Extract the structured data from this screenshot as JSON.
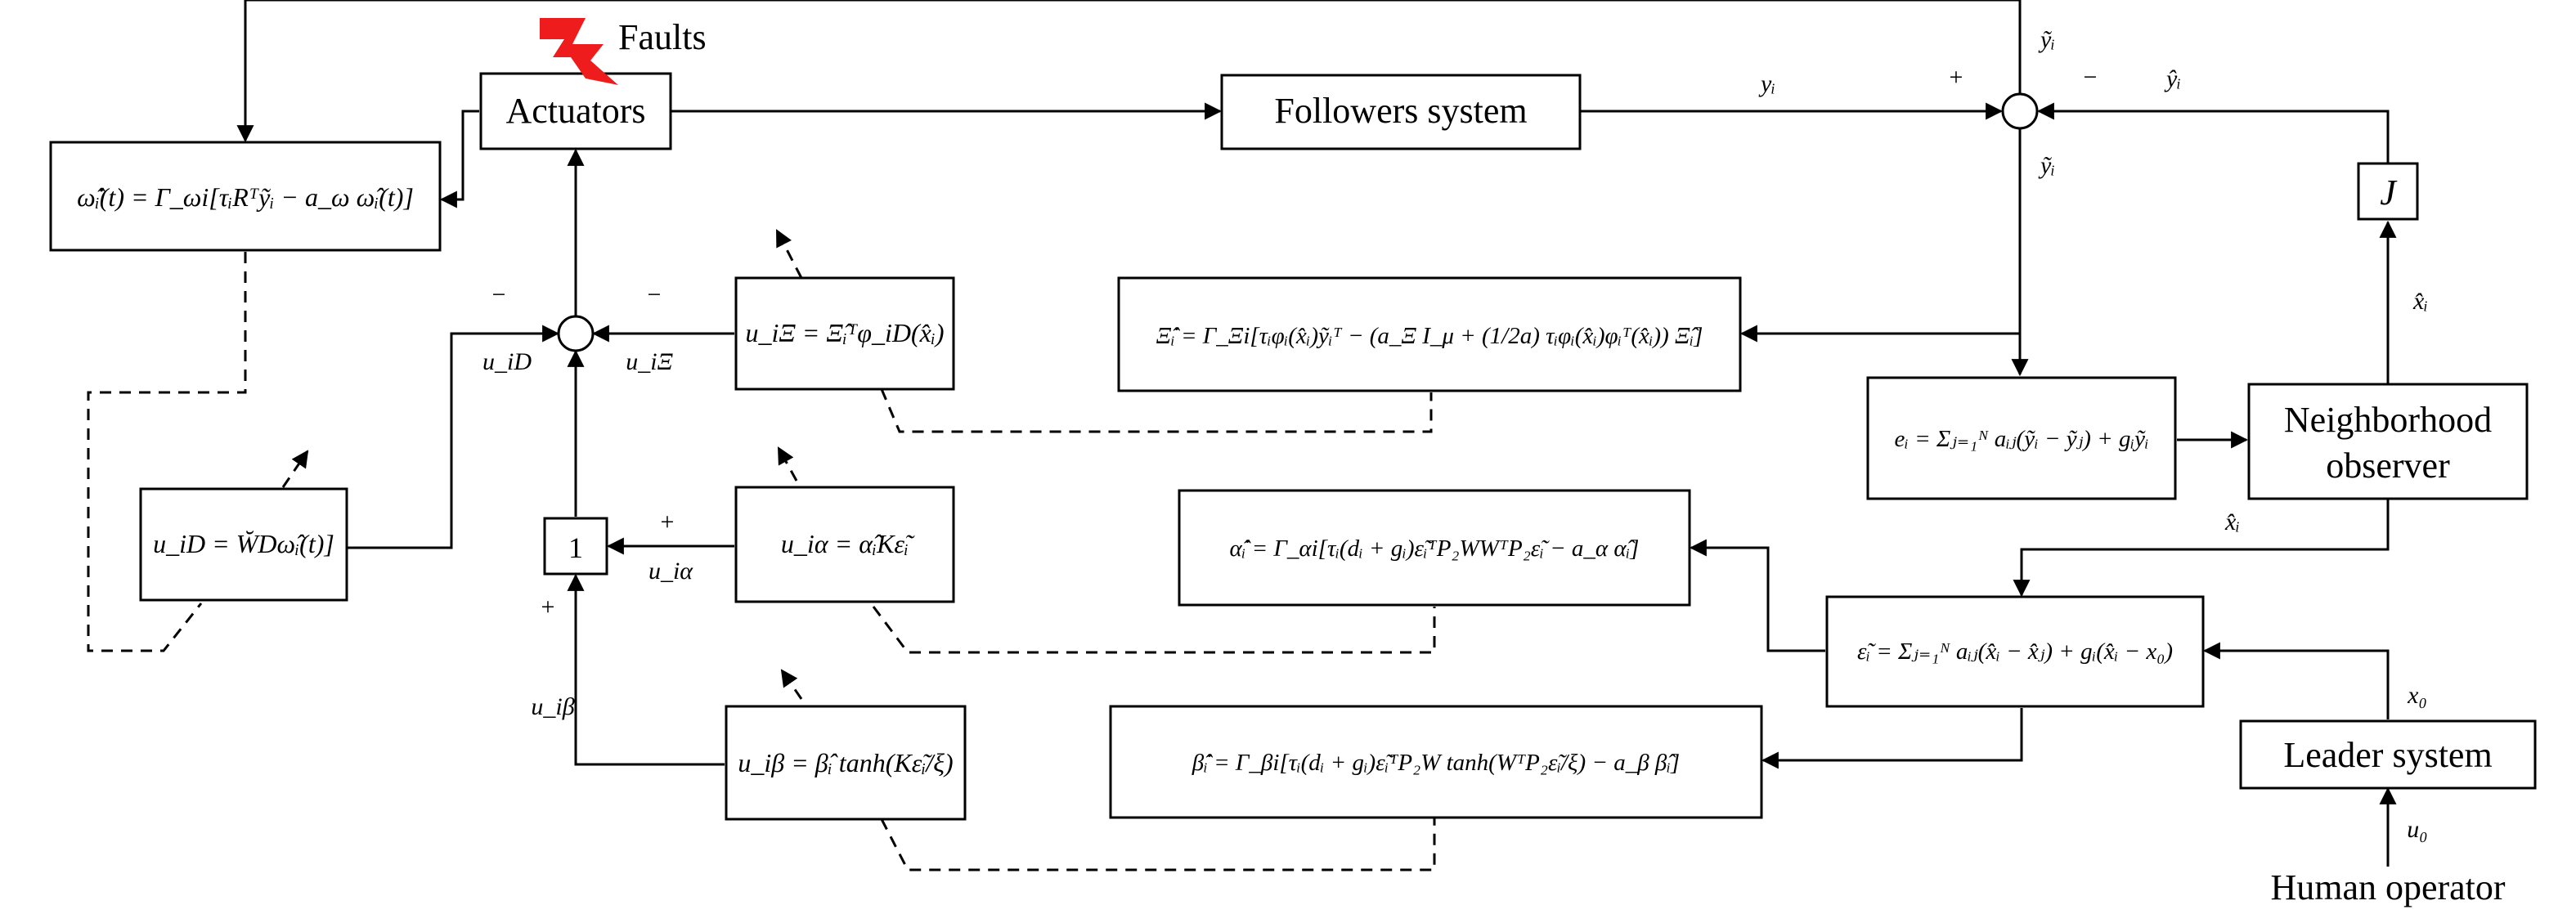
{
  "blocks": {
    "actuators": "Actuators",
    "followers": "Followers system",
    "neighborhood_line1": "Neighborhood",
    "neighborhood_line2": "observer",
    "leader": "Leader system",
    "j_block": "J",
    "gain_one": "1",
    "faults": "Faults",
    "human_operator": "Human operator"
  },
  "equations": {
    "omega_update": "ω̂̇ᵢ(t) = Γ_ωi[τᵢRᵀỹᵢ − a_ω ω̂ᵢ(t)]",
    "u_iD": "u_iD = W̆Dω̂ᵢ(t)]",
    "u_iXi": "u_iΞ = Ξ̂ᵢᵀφ_iD(x̂ᵢ)",
    "xi_update": "Ξ̂̇ᵢ = Γ_Ξi[τᵢφᵢ(x̂ᵢ)ỹᵢᵀ − (a_Ξ I_μ + (1/2a) τᵢφᵢ(x̂ᵢ)φᵢᵀ(x̂ᵢ)) Ξ̂ᵢ]",
    "e_i": "eᵢ = Σⱼ₌₁ᴺ aᵢⱼ(ỹᵢ − ỹⱼ) + gᵢỹᵢ",
    "u_ialpha": "u_iα = α̂ᵢKε̃ᵢ",
    "alpha_update": "α̂̇ᵢ = Γ_αi[τᵢ(dᵢ + gᵢ)ε̃ᵢᵀP₂WWᵀP₂ε̃ᵢ − a_α α̂ᵢ]",
    "eps_i": "ε̃ᵢ = Σⱼ₌₁ᴺ aᵢⱼ(x̂ᵢ − x̂ⱼ) + gᵢ(x̂ᵢ − x₀)",
    "u_ibeta": "u_iβ = β̂ᵢ tanh(Kε̃ᵢ/ξ)",
    "beta_update": "β̂̇ᵢ = Γ_βi[τᵢ(dᵢ + gᵢ)ε̃ᵢᵀP₂W tanh(WᵀP₂ε̃ᵢ/ξ) − a_β β̂ᵢ]"
  },
  "signals": {
    "y_i": "yᵢ",
    "y_tilde_top": "ỹᵢ",
    "y_tilde_mid": "ỹᵢ",
    "y_hat": "ŷᵢ",
    "x_hat_1": "x̂ᵢ",
    "x_hat_2": "x̂ᵢ",
    "x0": "x₀",
    "u0": "u₀",
    "u_iD": "u_iD",
    "u_iXi": "u_iΞ",
    "u_ialpha": "u_iα",
    "u_ibeta": "u_iβ"
  },
  "signs": {
    "sum_right_plus": "+",
    "sum_right_minus": "−",
    "sum_left_minus_a": "−",
    "sum_left_minus_b": "−",
    "gain_plus_a": "+",
    "gain_plus_b": "+"
  },
  "colors": {
    "fault_bolt": "#ee1c1c",
    "line": "#000000"
  }
}
